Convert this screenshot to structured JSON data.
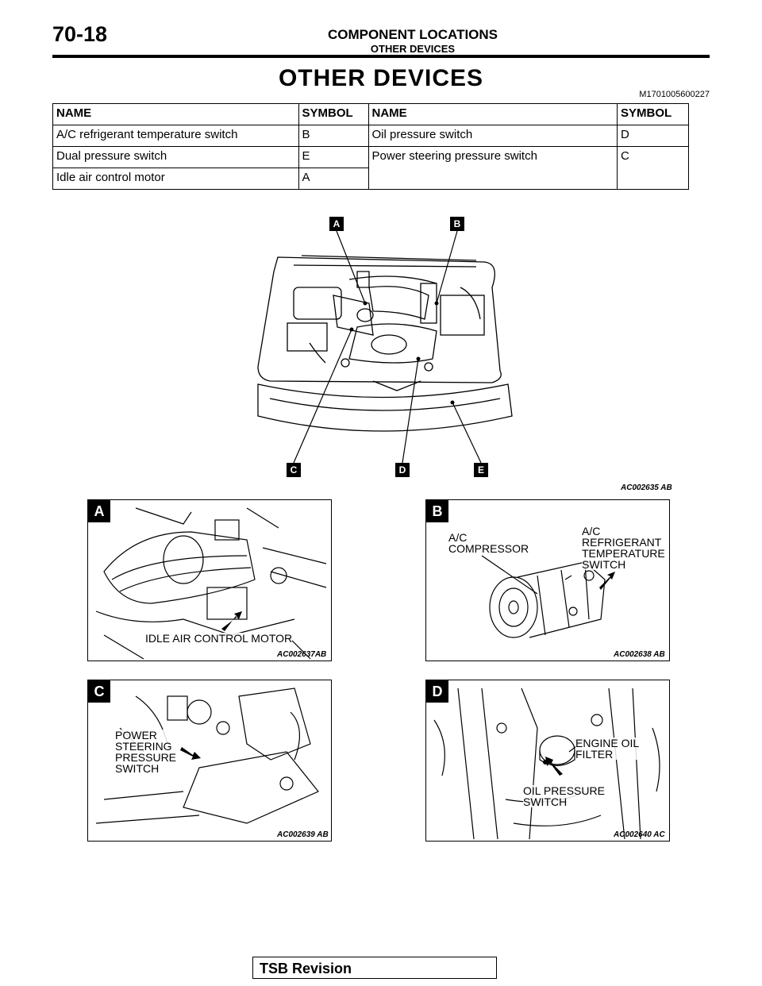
{
  "header": {
    "page_number": "70-18",
    "section": "COMPONENT LOCATIONS",
    "subsection": "OTHER DEVICES"
  },
  "title": "OTHER DEVICES",
  "doc_id": "M1701005600227",
  "table": {
    "headers": [
      "NAME",
      "SYMBOL",
      "NAME",
      "SYMBOL"
    ],
    "rows": [
      [
        "A/C refrigerant temperature switch",
        "B",
        "Oil pressure switch",
        "D"
      ],
      [
        "Dual pressure switch",
        "E",
        "Power steering pressure switch",
        "C"
      ],
      [
        "Idle air control motor",
        "A"
      ]
    ]
  },
  "overview": {
    "callouts": [
      "A",
      "B",
      "C",
      "D",
      "E"
    ],
    "figure_code": "AC002635 AB"
  },
  "panels": {
    "a": {
      "tag": "A",
      "labels": [
        "IDLE AIR CONTROL MOTOR"
      ],
      "code": "AC002637AB"
    },
    "b": {
      "tag": "B",
      "labels": [
        "A/C\nCOMPRESSOR",
        "A/C\nREFRIGERANT\nTEMPERATURE\nSWITCH"
      ],
      "code": "AC002638 AB"
    },
    "c": {
      "tag": "C",
      "labels": [
        "POWER\nSTEERING\nPRESSURE\nSWITCH"
      ],
      "code": "AC002639 AB"
    },
    "d": {
      "tag": "D",
      "labels": [
        "ENGINE OIL\nFILTER",
        "OIL PRESSURE\nSWITCH"
      ],
      "code": "AC002640 AC"
    }
  },
  "footer": {
    "label": "TSB Revision"
  }
}
